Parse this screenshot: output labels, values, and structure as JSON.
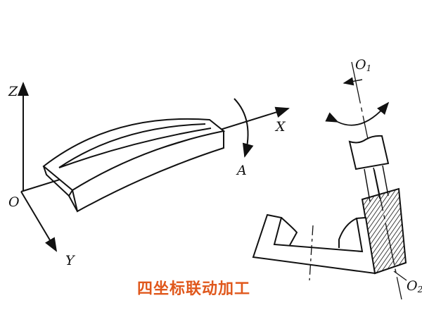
{
  "labels": {
    "z": "Z",
    "x": "X",
    "y": "Y",
    "o": "O",
    "a": "A",
    "o1": "O",
    "o1_sub": "1",
    "o2": "O",
    "o2_sub": "2"
  },
  "caption": "四坐标联动加工",
  "colors": {
    "caption": "#e0581c",
    "line": "#111111"
  }
}
